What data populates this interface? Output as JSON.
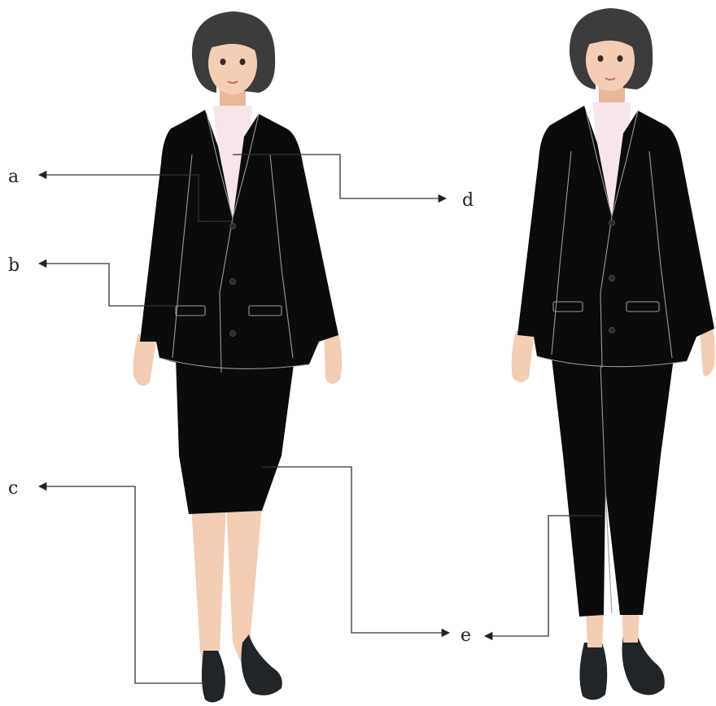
{
  "labels": {
    "a": "a",
    "b": "b",
    "c": "c",
    "d": "d",
    "e": "e"
  },
  "colors": {
    "suit": "#0b0b0b",
    "shirt": "#f6e6ea",
    "skin": "#f3cdb4",
    "hair": "#3d3b3b",
    "shoe": "#1f2528",
    "callout_line": "#333333"
  }
}
